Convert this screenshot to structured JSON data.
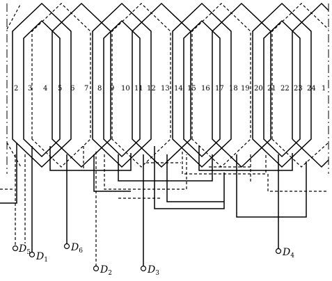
{
  "slots": [
    "2",
    "3",
    "4",
    "5",
    "6",
    "7",
    "8",
    "9",
    "10",
    "11",
    "12",
    "13",
    "14",
    "15",
    "16",
    "17",
    "18",
    "19",
    "20",
    "21",
    "22",
    "23",
    "24",
    "1"
  ],
  "terminals": [
    {
      "letter": "D",
      "sub": "5"
    },
    {
      "letter": "D",
      "sub": "1"
    },
    {
      "letter": "D",
      "sub": "6"
    },
    {
      "letter": "D",
      "sub": "2"
    },
    {
      "letter": "D",
      "sub": "3"
    },
    {
      "letter": "D",
      "sub": "4"
    }
  ]
}
